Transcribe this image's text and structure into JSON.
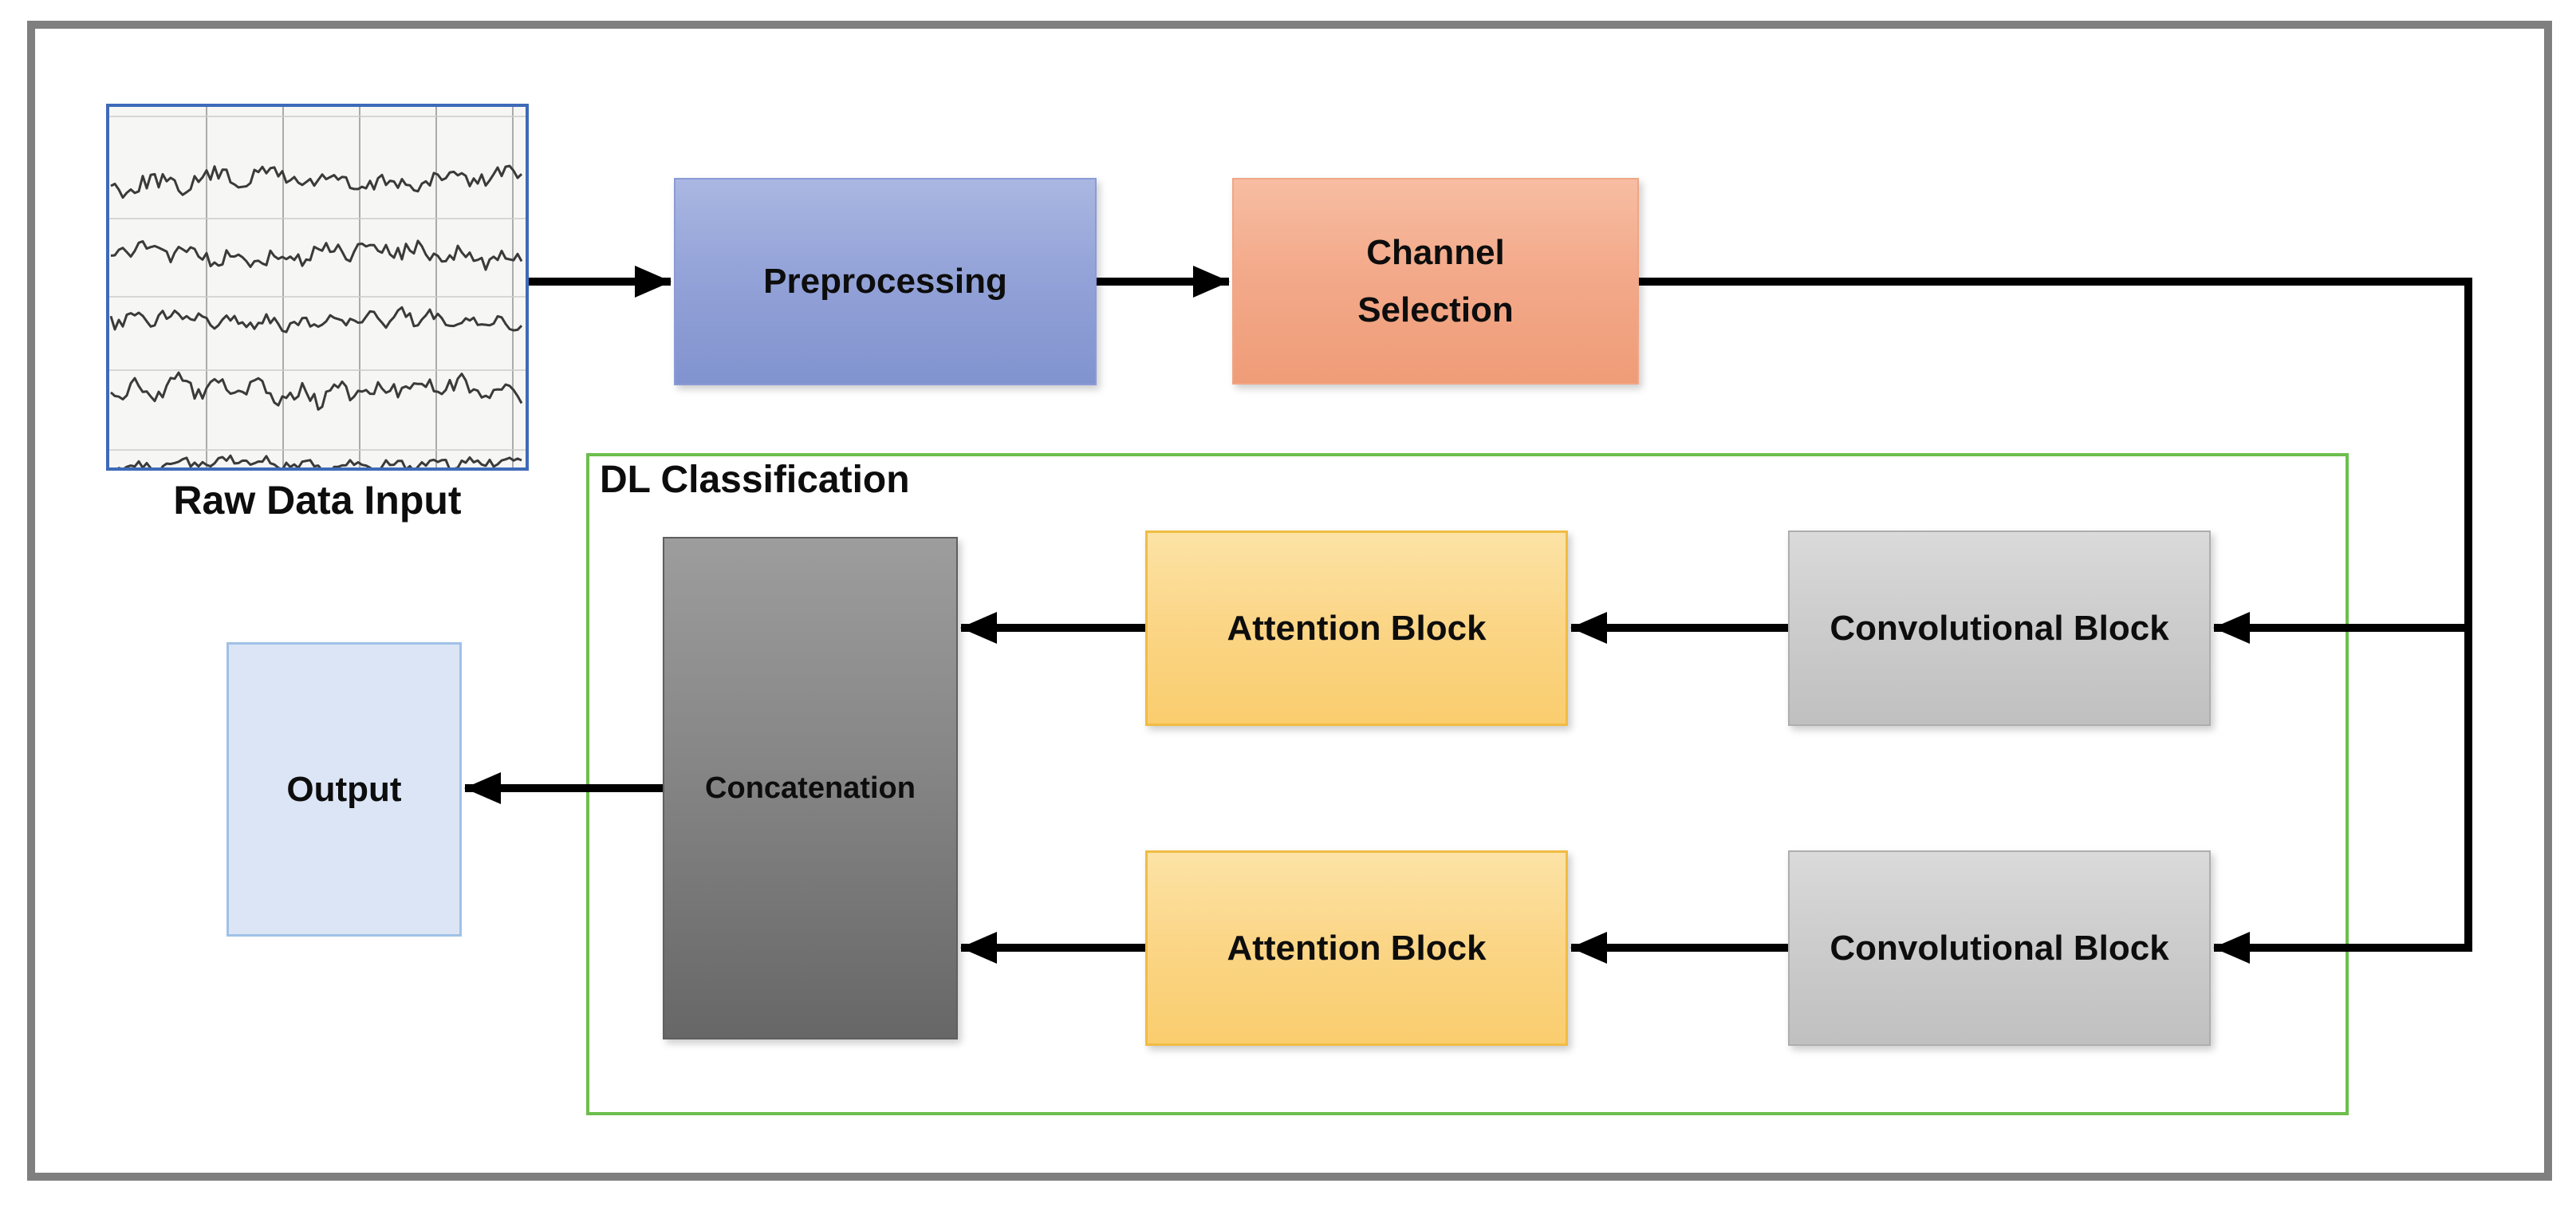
{
  "figure": {
    "type": "flow-diagram",
    "nodes": {
      "raw_data": {
        "label": "Raw Data Input",
        "kind": "image",
        "description": "multi-channel raw signal traces"
      },
      "preprocessing": {
        "label": "Preprocessing",
        "fill": "#94a3d8"
      },
      "channel_selection": {
        "label": "Channel Selection",
        "fill": "#f3aa8a"
      },
      "dl_group": {
        "label": "DL Classification",
        "border_color": "#6cbe4c"
      },
      "concatenation": {
        "label": "Concatenation",
        "fill": "#868686"
      },
      "attention_top": {
        "label": "Attention Block",
        "fill": "#fbd688",
        "border_color": "#f1bc42"
      },
      "attention_bottom": {
        "label": "Attention Block",
        "fill": "#fbd688",
        "border_color": "#f1bc42"
      },
      "conv_top": {
        "label": "Convolutional Block",
        "fill": "#cdcdcd"
      },
      "conv_bottom": {
        "label": "Convolutional Block",
        "fill": "#cdcdcd"
      },
      "output": {
        "label": "Output",
        "fill": "#dce5f5",
        "border_color": "#9fc1e7"
      }
    },
    "edges": [
      {
        "from": "raw_data",
        "to": "preprocessing"
      },
      {
        "from": "preprocessing",
        "to": "channel_selection"
      },
      {
        "from": "channel_selection",
        "to": "conv_top"
      },
      {
        "from": "channel_selection",
        "to": "conv_bottom"
      },
      {
        "from": "conv_top",
        "to": "attention_top"
      },
      {
        "from": "conv_bottom",
        "to": "attention_bottom"
      },
      {
        "from": "attention_top",
        "to": "concatenation"
      },
      {
        "from": "attention_bottom",
        "to": "concatenation"
      },
      {
        "from": "concatenation",
        "to": "output"
      }
    ],
    "palette": {
      "background": "#ffffff",
      "frame_border": "#7f7f7f",
      "arrow": "#000000",
      "raw_data_border": "#3e6ab8",
      "preprocessing_fill": "#94a3d8",
      "channel_selection_fill": "#f3aa8a",
      "dl_group_border": "#6cbe4c",
      "attention_fill": "#fbd688",
      "attention_border": "#f1bc42",
      "convolutional_fill": "#cdcdcd",
      "concatenation_fill": "#868686",
      "output_fill": "#dce5f5",
      "output_border": "#9fc1e7"
    }
  }
}
